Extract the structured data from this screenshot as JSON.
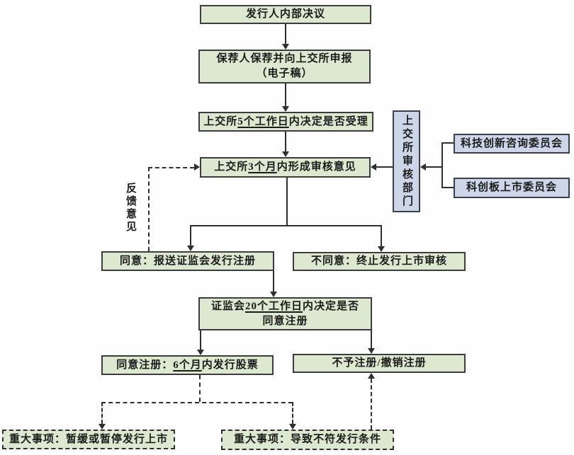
{
  "colors": {
    "node_green_fill": "#dde8d1",
    "node_blue_fill": "#ccd6e8",
    "border_dark": "#3d3d3d",
    "line": "#2f2f2f",
    "background": "#fefefe"
  },
  "nodes": {
    "issuer": {
      "label": "发行人内部决议"
    },
    "sponsor": {
      "line1": "保荐人保荐并向上交所申报",
      "line2": "（电子稿）"
    },
    "sse_accept": {
      "pre": "上交所",
      "u": "5个工作日",
      "post": "内决定是否受理"
    },
    "sse_opinion": {
      "pre": "上交所",
      "u": "3个月",
      "post": "内形成审核意见"
    },
    "audit_dept": {
      "label": "上交所审核部门"
    },
    "advisory": {
      "label": "科技创新咨询委员会"
    },
    "listing_committee": {
      "label": "科创板上市委员会"
    },
    "agree": {
      "label": "同意：报送证监会发行注册"
    },
    "disagree": {
      "label": "不同意：终止发行上市审核"
    },
    "csrc": {
      "pre": "证监会",
      "u": "20个工作日",
      "post": "内决定是否",
      "line2": "同意注册"
    },
    "approve": {
      "pre": "同意注册：",
      "u": "6个月",
      "post": "内发行股票"
    },
    "deny": {
      "label": "不予注册/撤销注册"
    },
    "major_suspend": {
      "label": "重大事项：暂缓或暂停发行上市"
    },
    "major_noncompliant": {
      "label": "重大事项：导致不符发行条件"
    }
  },
  "labels": {
    "feedback": "反馈意见"
  }
}
